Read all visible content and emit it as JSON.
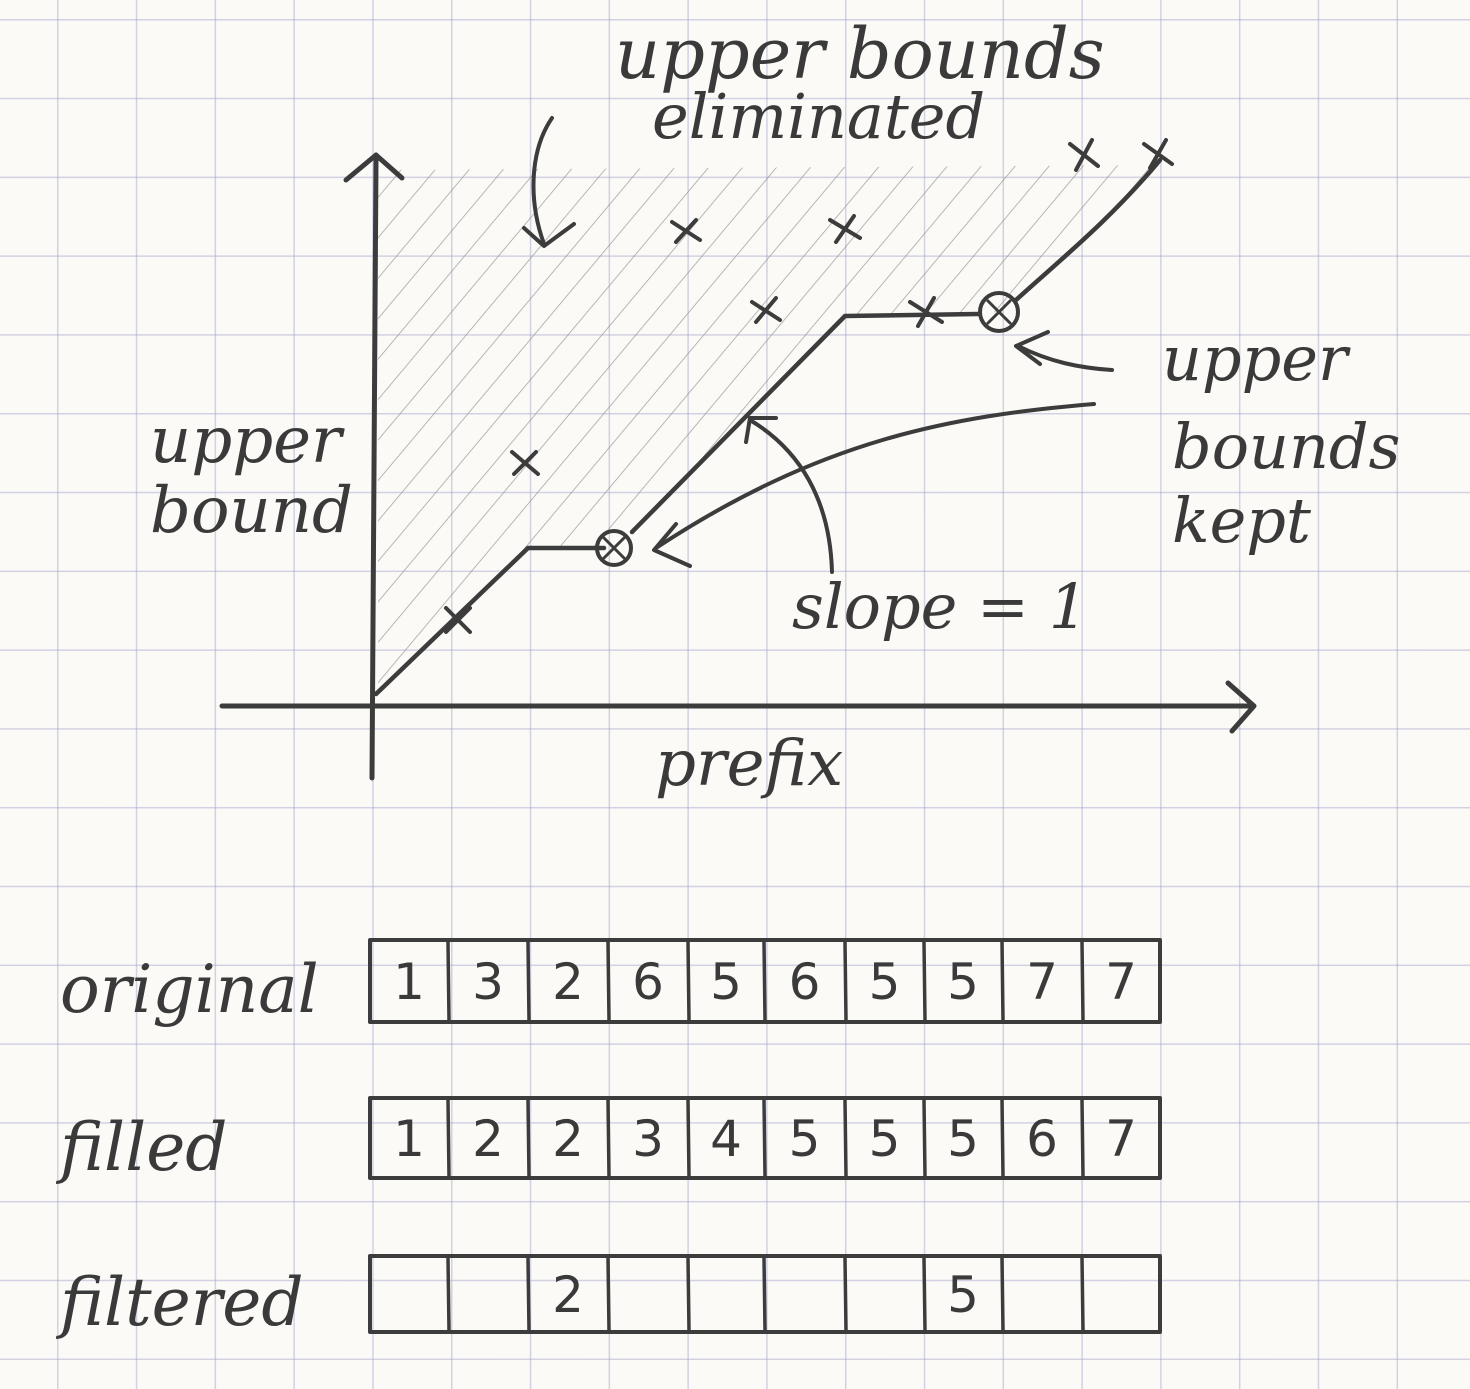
{
  "diagram": {
    "labels": {
      "upper_bounds_eliminated_line1": "upper bounds",
      "upper_bounds_eliminated_line2": "eliminated",
      "y_axis_line1": "upper",
      "y_axis_line2": "bound",
      "x_axis": "prefix",
      "upper_bounds_kept_line1": "upper",
      "upper_bounds_kept_line2": "bounds",
      "upper_bounds_kept_line3": "kept",
      "slope": "slope = 1"
    }
  },
  "table": {
    "rows": [
      {
        "label": "original",
        "cells": [
          "1",
          "3",
          "2",
          "6",
          "5",
          "6",
          "5",
          "5",
          "7",
          "7"
        ]
      },
      {
        "label": "filled",
        "cells": [
          "1",
          "2",
          "2",
          "3",
          "4",
          "5",
          "5",
          "5",
          "6",
          "7"
        ]
      },
      {
        "label": "filtered",
        "cells": [
          "",
          "",
          "2",
          "",
          "",
          "",
          "",
          "5",
          "",
          ""
        ]
      }
    ]
  }
}
